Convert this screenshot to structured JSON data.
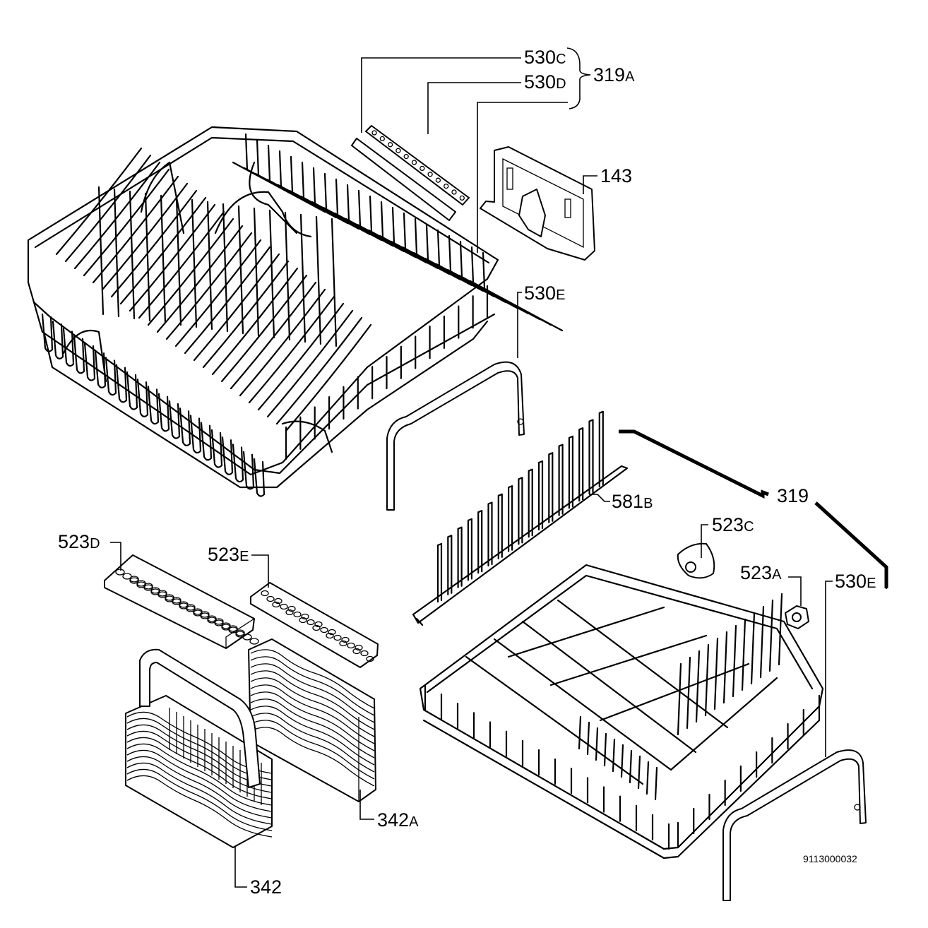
{
  "labels": {
    "l530C": {
      "num": "530",
      "sfx": "C"
    },
    "l530D": {
      "num": "530",
      "sfx": "D"
    },
    "l319A": {
      "num": "319",
      "sfx": "A"
    },
    "l143": {
      "num": "143",
      "sfx": ""
    },
    "l530E_top": {
      "num": "530",
      "sfx": "E"
    },
    "l581B": {
      "num": "581",
      "sfx": "B"
    },
    "l319": {
      "num": "319",
      "sfx": ""
    },
    "l523C": {
      "num": "523",
      "sfx": "C"
    },
    "l523A": {
      "num": "523",
      "sfx": "A"
    },
    "l530E_bottom": {
      "num": "530",
      "sfx": "E"
    },
    "l523D": {
      "num": "523",
      "sfx": "D"
    },
    "l523E": {
      "num": "523",
      "sfx": "E"
    },
    "l342A": {
      "num": "342",
      "sfx": "A"
    },
    "l342": {
      "num": "342",
      "sfx": ""
    }
  },
  "drawing_code": "9113000032"
}
